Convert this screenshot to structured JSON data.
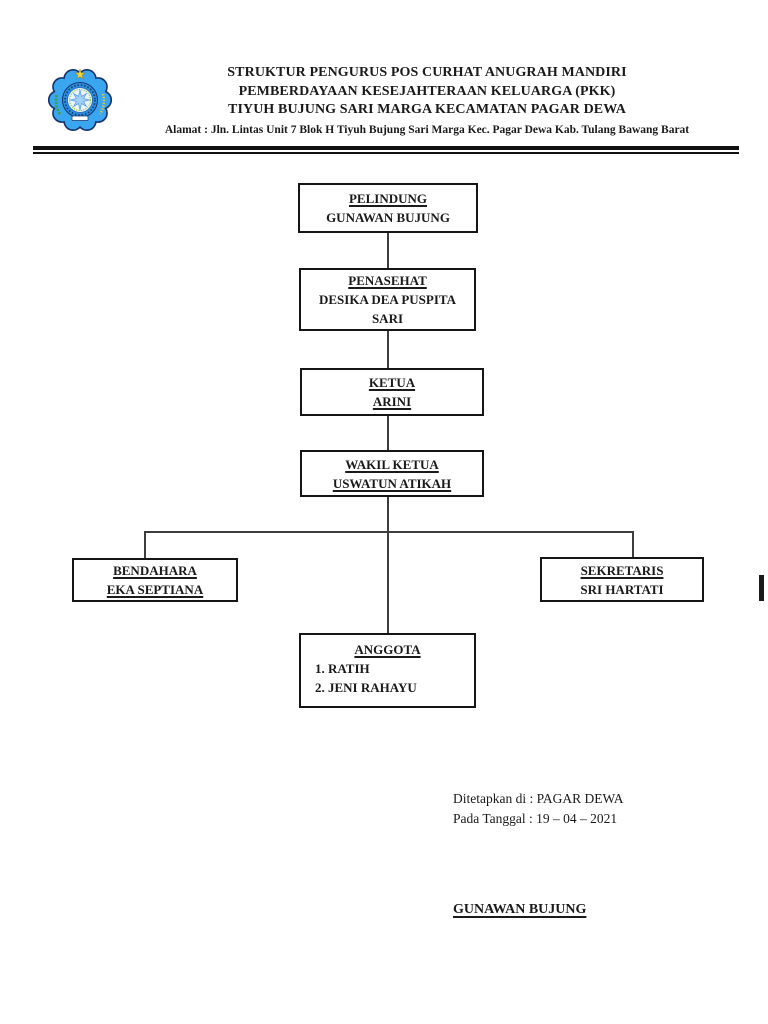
{
  "colors": {
    "text": "#1a1a1a",
    "connector_line": "#3d3d3d",
    "emblem_blue": "#3aa6ef",
    "emblem_navy": "#17336b",
    "emblem_star_yellow": "#f0d43c",
    "emblem_green": "#3f9e3f"
  },
  "header": {
    "logo_icon": "regional-government-emblem",
    "title_lines": [
      "STRUKTUR PENGURUS POS CURHAT ANUGRAH MANDIRI",
      "PEMBERDAYAAN KESEJAHTERAAN KELUARGA (PKK)",
      "TIYUH BUJUNG SARI MARGA KECAMATAN PAGAR DEWA"
    ],
    "address": "Alamat : Jln. Lintas Unit 7 Blok H Tiyuh Bujung Sari Marga Kec. Pagar Dewa Kab. Tulang Bawang Barat"
  },
  "org_chart": {
    "pelindung": {
      "title": "PELINDUNG",
      "name": "GUNAWAN BUJUNG"
    },
    "penasehat": {
      "title": "PENASEHAT",
      "name": "DESIKA DEA PUSPITA SARI"
    },
    "ketua": {
      "title": "KETUA",
      "name": "ARINI"
    },
    "wakil_ketua": {
      "title": "WAKIL KETUA",
      "name": "USWATUN ATIKAH"
    },
    "bendahara": {
      "title": "BENDAHARA",
      "name": "EKA SEPTIANA"
    },
    "sekretaris": {
      "title": "SEKRETARIS",
      "name": "SRI HARTATI"
    },
    "anggota": {
      "title": "ANGGOTA",
      "members": [
        "1. RATIH",
        "2. JENI RAHAYU"
      ]
    }
  },
  "footer": {
    "place_line": "Ditetapkan di : PAGAR DEWA",
    "date_line": "Pada Tanggal : 19 – 04 – 2021",
    "signature_name": "GUNAWAN BUJUNG"
  }
}
